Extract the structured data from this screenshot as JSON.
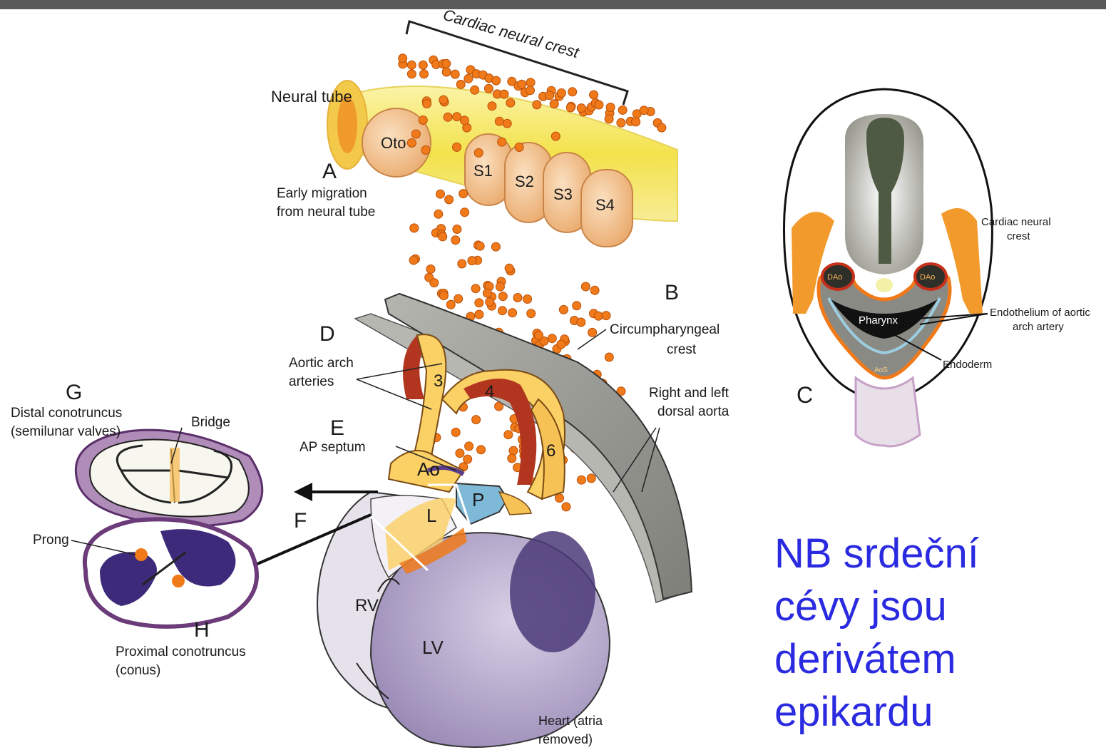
{
  "labels": {
    "cardiac_neural_crest_top": "Cardiac neural crest",
    "neural_tube": "Neural tube",
    "oto": "Oto",
    "s1": "S1",
    "s2": "S2",
    "s3": "S3",
    "s4": "S4",
    "a": "A",
    "a_desc_1": "Early migration",
    "a_desc_2": "from neural tube",
    "b": "B",
    "b_desc_1": "Circumpharyngeal",
    "b_desc_2": "crest",
    "d": "D",
    "d_desc_1": "Aortic arch",
    "d_desc_2": "arteries",
    "n3": "3",
    "n4": "4",
    "n6": "6",
    "e": "E",
    "e_desc": "AP septum",
    "ao": "Ao",
    "p": "P",
    "l": "L",
    "f": "F",
    "g": "G",
    "g_desc_1": "Distal conotruncus",
    "g_desc_2": "(semilunar valves)",
    "bridge": "Bridge",
    "prong": "Prong",
    "h": "H",
    "h_desc_1": "Proximal conotruncus",
    "h_desc_2": "(conus)",
    "rv": "RV",
    "lv": "LV",
    "heart_1": "Heart (atria",
    "heart_2": "removed)",
    "right_left_1": "Right and left",
    "right_left_2": "dorsal aorta",
    "c": "C",
    "dao_left": "DAo",
    "dao_right": "DAo",
    "pharynx": "Pharynx",
    "aos": "AoS",
    "cnc_1": "Cardiac neural",
    "cnc_2": "crest",
    "endothelium_1": "Endothelium of aortic",
    "endothelium_2": "arch artery",
    "endoderm": "Endoderm"
  },
  "caption": {
    "line1": "NB srdeční",
    "line2": "cévy jsou",
    "line3": "derivátem",
    "line4": "epikardu"
  },
  "colors": {
    "crest_dot": "#f07a1a",
    "neural_tube": "#f6e86a",
    "heart": "#a99cbf",
    "dorsal_aorta": "#8f8f8a",
    "artery_red": "#b2361f",
    "caption": "#2a2ae0"
  }
}
